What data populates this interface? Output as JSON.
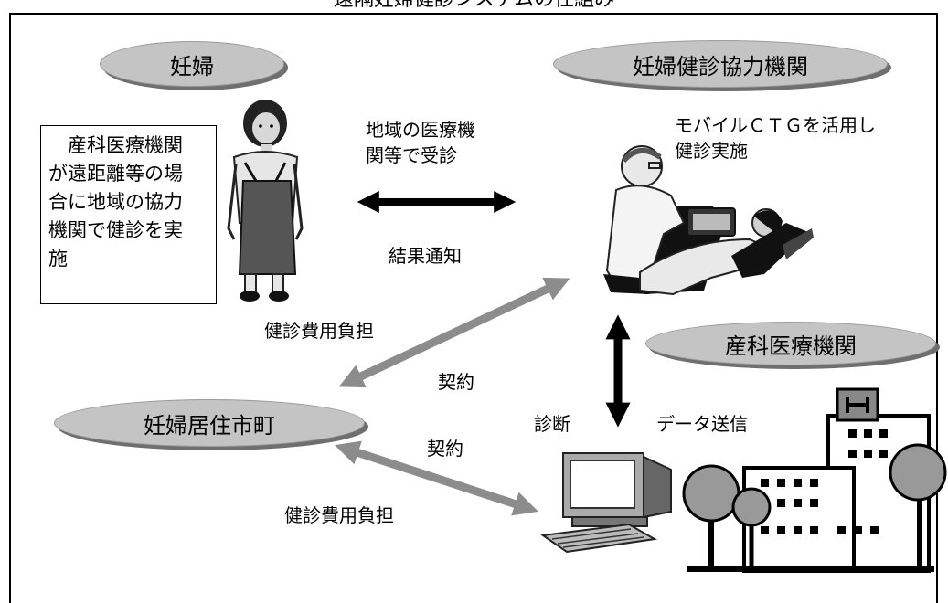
{
  "top_caption": "遠隔妊婦健診システムの仕組み",
  "nodes": {
    "pregnant": "妊婦",
    "partner": "妊婦健診協力機関",
    "obstetric": "産科医療機関",
    "municipality": "妊婦居住市町"
  },
  "note": [
    "　産科医療機関",
    "が遠距離等の場",
    "合に地域の協力",
    "機関で健診を実",
    "施"
  ],
  "labels": {
    "visit": [
      "地域の医療機",
      "関等で受診"
    ],
    "result": "結果通知",
    "mobile_ctg": [
      "モバイルＣＴＧを活用し",
      "健診実施"
    ],
    "cost_upper": "健診費用負担",
    "contract_upper": "契約",
    "contract_lower": "契約",
    "cost_lower": "健診費用負担",
    "diagnosis": "診断",
    "data_send": "データ送信"
  },
  "colors": {
    "ellipse_fill": "#c4c4c4",
    "gray_arrow": "#8c8c8c",
    "black_arrow": "#000000"
  },
  "icons": [
    "woman-icon",
    "doctor-patient-icon",
    "computer-icon",
    "hospital-icon"
  ]
}
